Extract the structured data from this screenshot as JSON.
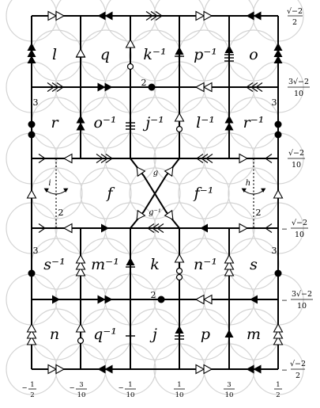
{
  "colors": {
    "ink": "#000000",
    "circles": "#d3d3d3",
    "paper": "#ffffff"
  },
  "face_labels": {
    "row1": [
      "l",
      "q",
      "k⁻¹",
      "p⁻¹",
      "o"
    ],
    "row2": [
      "r",
      "o⁻¹",
      "j⁻¹",
      "l⁻¹",
      "r⁻¹"
    ],
    "row3": [
      "f",
      "f⁻¹"
    ],
    "row4": [
      "s⁻¹",
      "m⁻¹",
      "k",
      "n⁻¹",
      "s"
    ],
    "row5": [
      "n",
      "q⁻¹",
      "j",
      "p",
      "m"
    ]
  },
  "center_labels": {
    "g": "g",
    "g_inv": "g⁻¹",
    "i": "i",
    "h": "h"
  },
  "small_labels": {
    "two_a": "2",
    "two_b": "2",
    "two_c": "2",
    "two_d": "2",
    "three_a": "3",
    "three_b": "3",
    "three_c": "3",
    "three_d": "3"
  },
  "right_axis": {
    "l1": {
      "num": "√−2",
      "den": "2",
      "sign": ""
    },
    "l2": {
      "num": "3√−2",
      "den": "10",
      "sign": ""
    },
    "l3": {
      "num": "√−2",
      "den": "10",
      "sign": ""
    },
    "l4": {
      "num": "√−2",
      "den": "10",
      "sign": "−"
    },
    "l5": {
      "num": "3√−2",
      "den": "10",
      "sign": "−"
    },
    "l6": {
      "num": "√−2",
      "den": "2",
      "sign": "−"
    }
  },
  "bottom_axis": {
    "b1": {
      "num": "1",
      "den": "2",
      "sign": "−"
    },
    "b2": {
      "num": "3",
      "den": "10",
      "sign": "−"
    },
    "b3": {
      "num": "1",
      "den": "10",
      "sign": "−"
    },
    "b4": {
      "num": "1",
      "den": "10",
      "sign": ""
    },
    "b5": {
      "num": "3",
      "den": "10",
      "sign": ""
    },
    "b6": {
      "num": "1",
      "den": "2",
      "sign": ""
    }
  }
}
